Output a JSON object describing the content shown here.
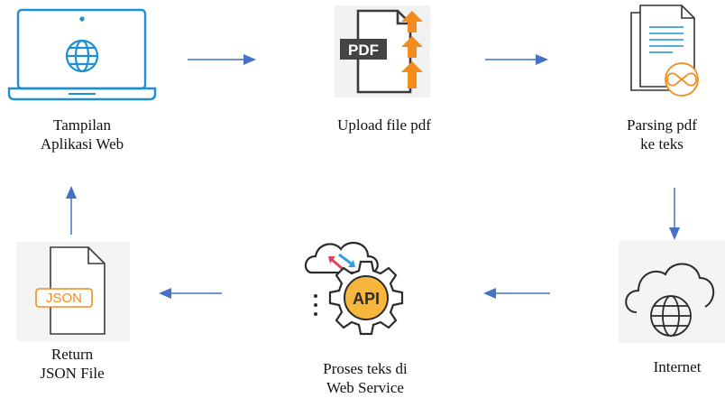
{
  "nodes": {
    "web_app": {
      "icon": "laptop-globe-icon",
      "label_lines": [
        "Tampilan",
        "Aplikasi Web"
      ]
    },
    "upload": {
      "icon": "pdf-upload-icon",
      "label_lines": [
        "Upload file pdf"
      ],
      "badge": "PDF"
    },
    "parsing": {
      "icon": "document-parse-icon",
      "label_lines": [
        "Parsing pdf",
        "ke teks"
      ]
    },
    "internet": {
      "icon": "cloud-globe-icon",
      "label_lines": [
        "Internet"
      ]
    },
    "web_service": {
      "icon": "api-gear-icon",
      "label_lines": [
        "Proses teks di",
        "Web Service"
      ],
      "badge": "API"
    },
    "return_json": {
      "icon": "json-file-icon",
      "label_lines": [
        "Return",
        "JSON File"
      ],
      "badge": "JSON"
    }
  },
  "colors": {
    "arrow": "#4472c4",
    "accent_blue": "#1e8fd5",
    "orange": "#f28c1c",
    "dark": "#333333",
    "yellow": "#f6b73c"
  }
}
